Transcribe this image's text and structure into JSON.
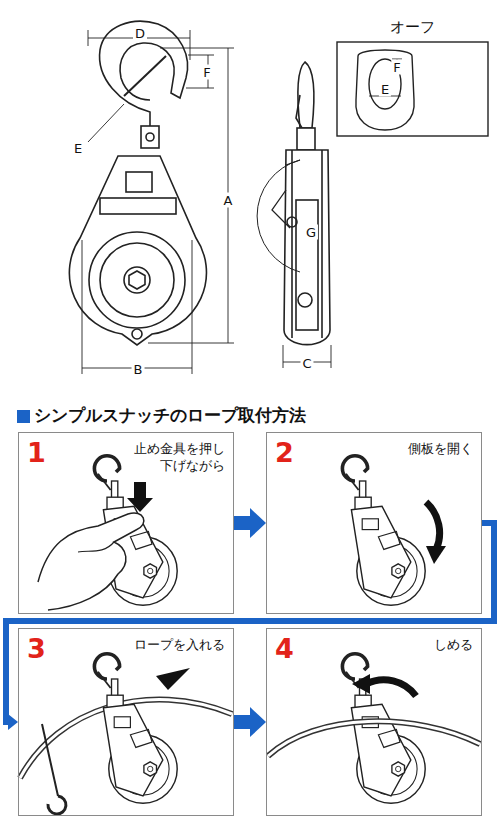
{
  "diagram": {
    "title": "シンプルスナッチのロープ取付方法",
    "nodes": [
      {
        "text": [
          "オーフ"
        ]
      },
      {
        "text": [
          "1",
          "止め金具を押し 下げながら"
        ]
      },
      {
        "text": [
          "2",
          "側板を開く"
        ]
      },
      {
        "text": [
          "3",
          "ロープを入れる"
        ]
      },
      {
        "text": [
          "4",
          "しめる"
        ]
      }
    ],
    "edges": [
      {
        "from": 1,
        "to": 2,
        "arrow": "to"
      },
      {
        "from": 2,
        "to": 3,
        "arrow": "to"
      },
      {
        "from": 3,
        "to": 4,
        "arrow": "to"
      }
    ],
    "labels": [
      "D",
      "F",
      "E",
      "A",
      "B",
      "C",
      "G",
      "F",
      "E"
    ]
  }
}
